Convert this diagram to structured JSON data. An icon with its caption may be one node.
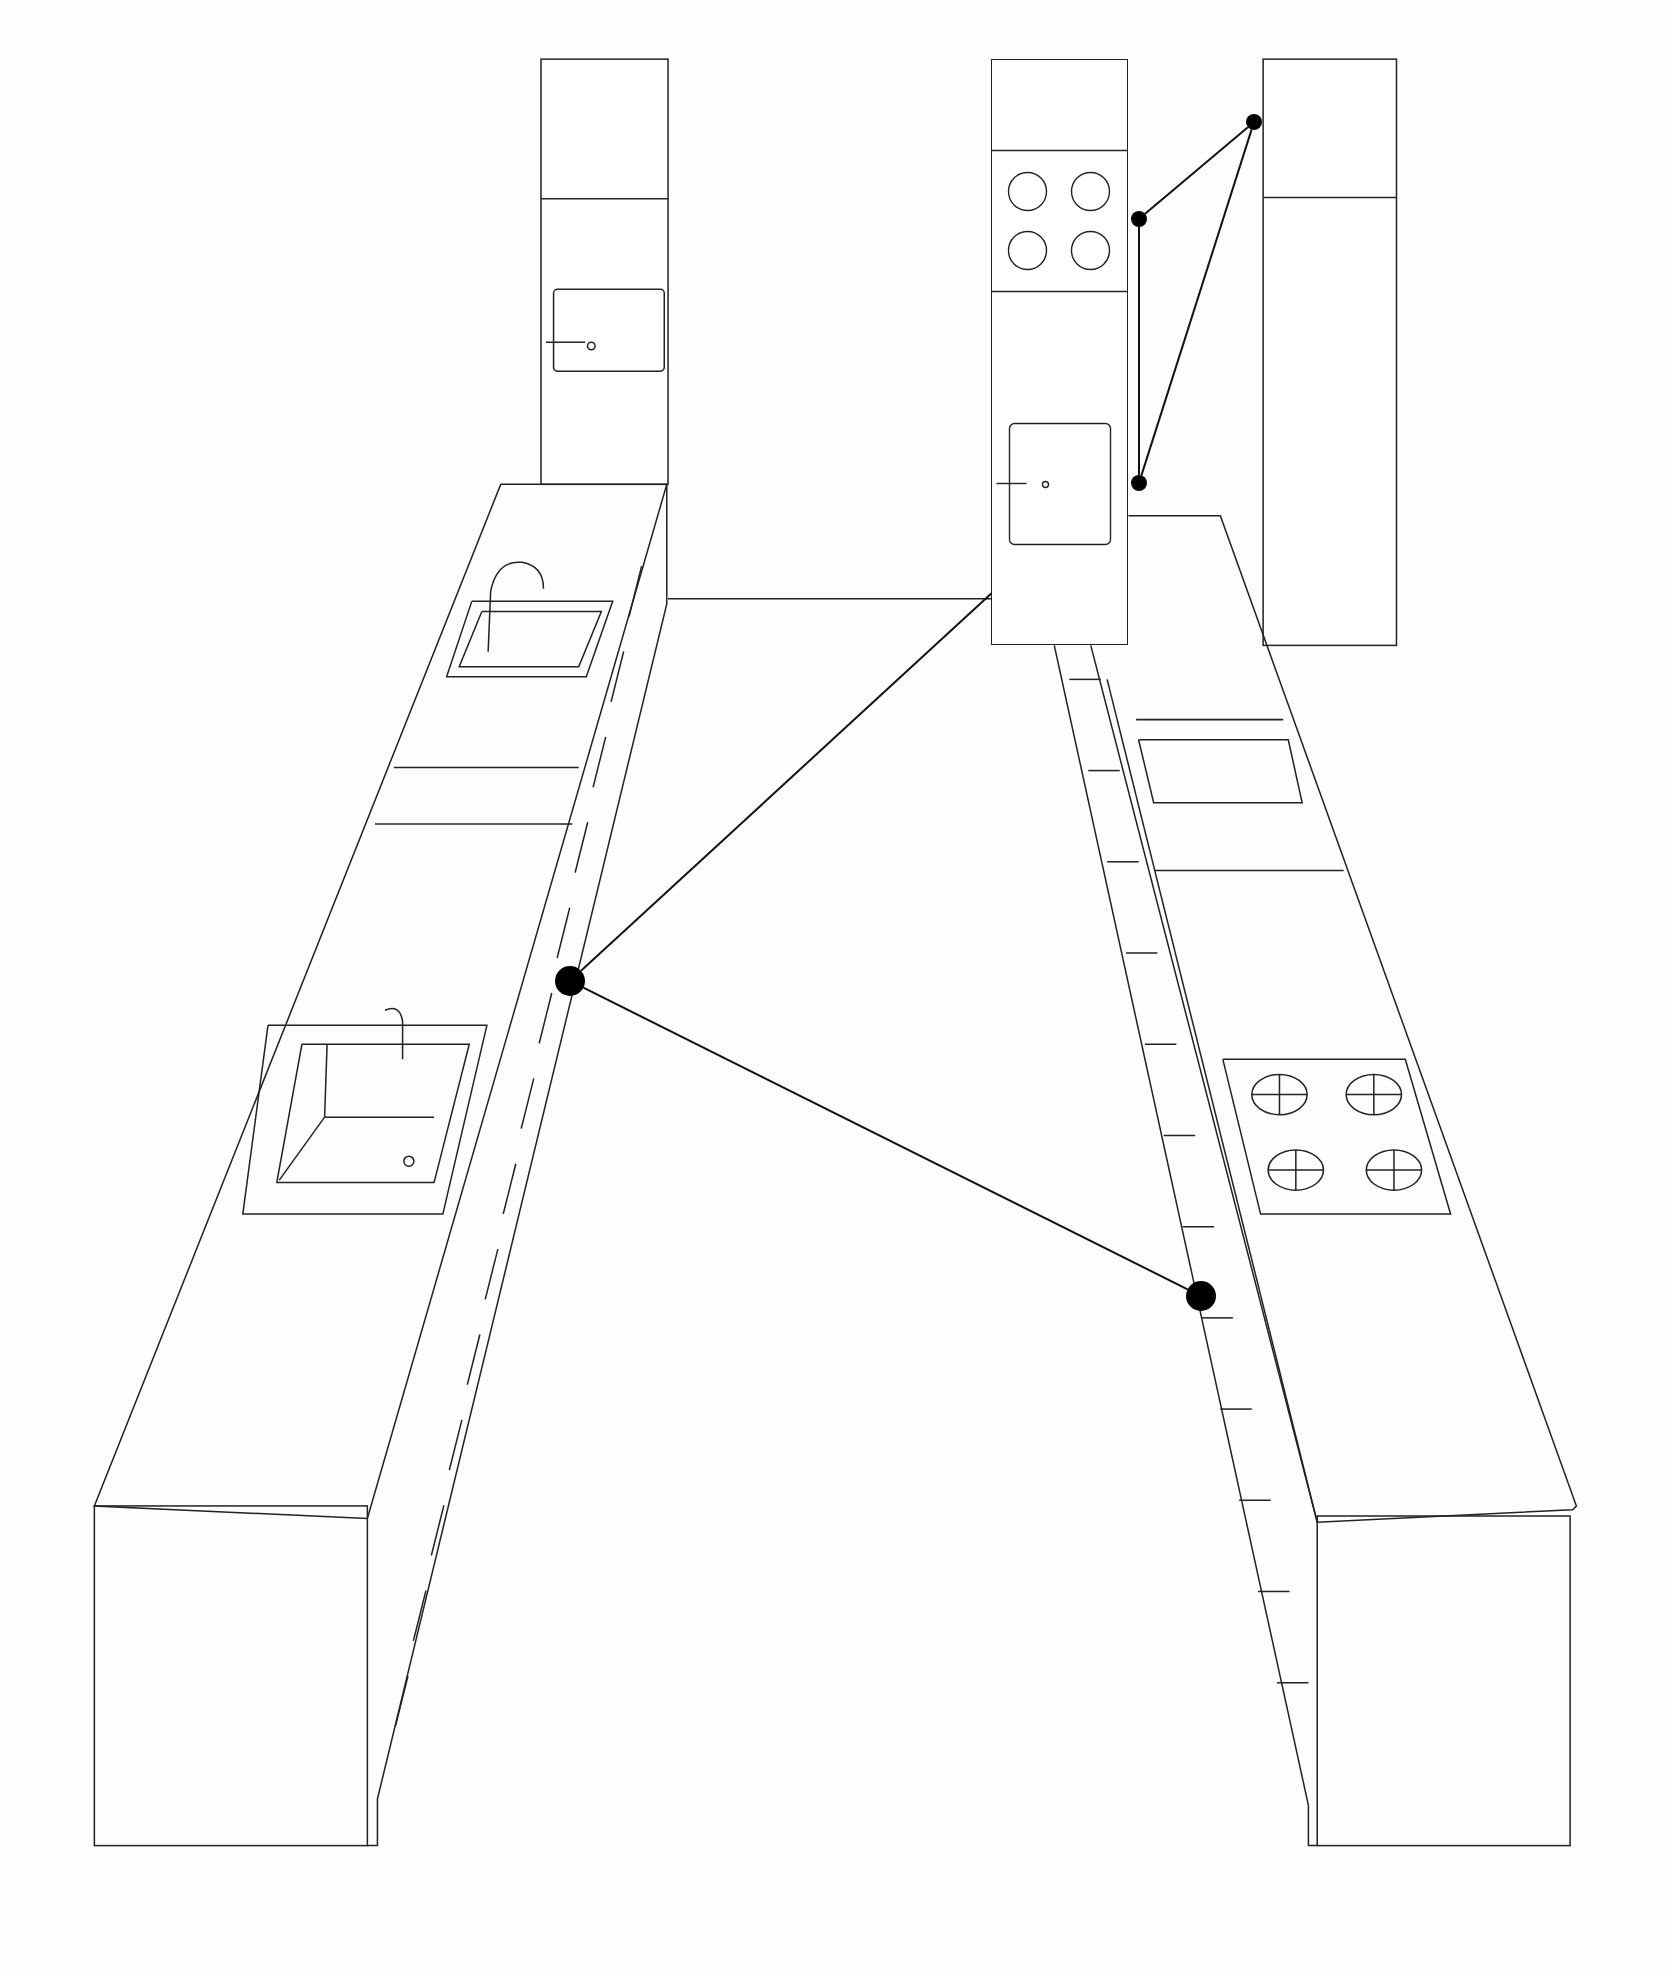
{
  "diagram": {
    "nodes": [
      {
        "text": [],
        "shape": "circle"
      },
      {
        "text": [],
        "shape": "circle"
      },
      {
        "text": [],
        "shape": "box"
      },
      {
        "text": [],
        "shape": "circle"
      },
      {
        "text": [],
        "shape": "circle"
      },
      {
        "text": [],
        "shape": "circle"
      }
    ],
    "edges": [
      {
        "from": 0,
        "to": 2,
        "arrow": "none"
      },
      {
        "from": 0,
        "to": 1,
        "arrow": "none"
      },
      {
        "from": 3,
        "to": 4,
        "arrow": "none"
      },
      {
        "from": 4,
        "to": 5,
        "arrow": "none"
      },
      {
        "from": 5,
        "to": 3,
        "arrow": "none"
      }
    ]
  }
}
